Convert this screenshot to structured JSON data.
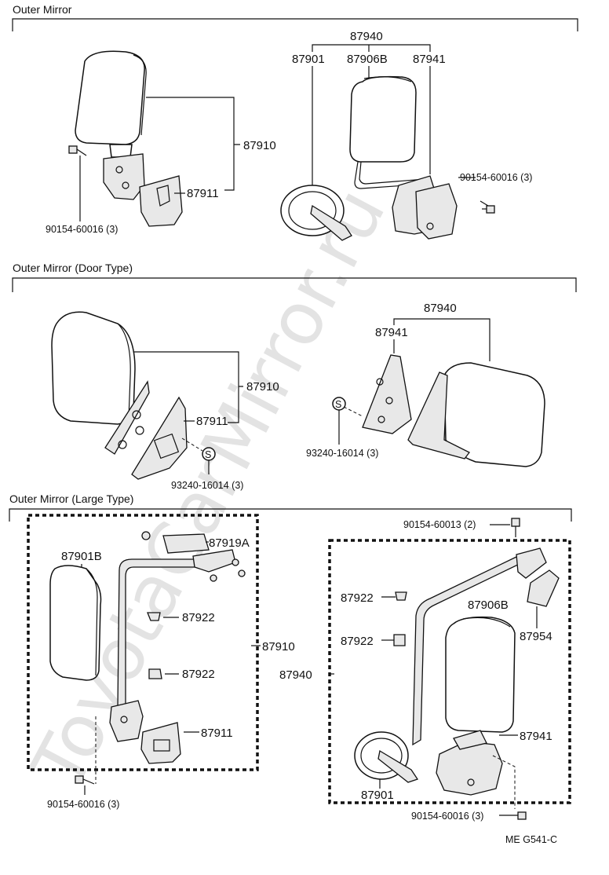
{
  "watermark": "ToyotaCarMirror.ru",
  "sections": [
    {
      "title": "Outer Mirror"
    },
    {
      "title": "Outer Mirror (Door Type)"
    },
    {
      "title": "Outer Mirror (Large Type)"
    }
  ],
  "s1": {
    "part_87910": "87910",
    "part_87911": "87911",
    "bolt_left": "90154-60016 (3)",
    "part_87940": "87940",
    "part_87901": "87901",
    "part_87906B": "87906B",
    "part_87941": "87941",
    "bolt_right": "90154-60016 (3)"
  },
  "s2": {
    "part_87910": "87910",
    "part_87911": "87911",
    "screw_left": "93240-16014 (3)",
    "part_87940": "87940",
    "part_87941": "87941",
    "screw_right": "93240-16014 (3)"
  },
  "s3": {
    "part_87901B": "87901B",
    "part_87919A": "87919A",
    "part_87922a": "87922",
    "part_87922b": "87922",
    "part_87910": "87910",
    "part_87911": "87911",
    "bolt_left": "90154-60016 (3)",
    "bolt_top_right": "90154-60013 (2)",
    "part_87922c": "87922",
    "part_87922d": "87922",
    "part_87906B": "87906B",
    "part_87954": "87954",
    "part_87940": "87940",
    "part_87941": "87941",
    "part_87901": "87901",
    "bolt_bottom_right": "90154-60016 (3)"
  },
  "figure_code": "ME  G541-C",
  "colors": {
    "ink": "#111111",
    "background": "#ffffff",
    "watermark": "#e3e3e3"
  }
}
